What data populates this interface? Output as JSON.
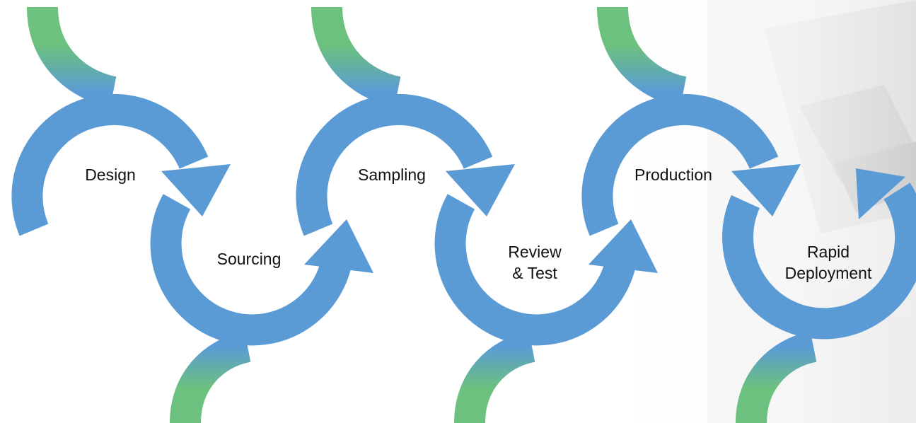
{
  "stages": {
    "design": "Design",
    "sourcing": "Sourcing",
    "sampling": "Sampling",
    "review_line1": "Review",
    "review_line2": "& Test",
    "production": "Production",
    "rapid_line1": "Rapid",
    "rapid_line2": "Deployment"
  },
  "colors": {
    "arrow_blue": "#5b9bd5",
    "tail_green": "#6cc17e",
    "label_text": "#111111"
  }
}
